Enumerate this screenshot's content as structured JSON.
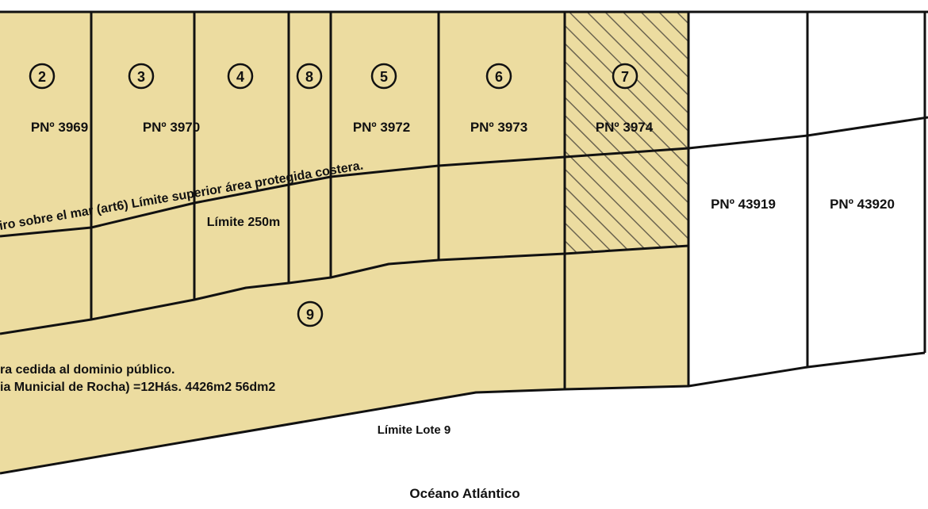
{
  "colors": {
    "parcel_fill": "#ecdca0",
    "hatch": "#6b6450",
    "line": "#111111",
    "background": "#ffffff"
  },
  "lot_numbers": {
    "l2": "2",
    "l3": "3",
    "l4": "4",
    "l8": "8",
    "l5": "5",
    "l6": "6",
    "l7": "7",
    "l9": "9"
  },
  "padrones": {
    "p3969": "PNº 3969",
    "p3970": "PNº 3970",
    "p3972": "PNº 3972",
    "p3973": "PNº 3973",
    "p3974": "PNº 3974",
    "p43919": "PNº 43919",
    "p43920": "PNº 43920"
  },
  "annotations": {
    "setback_line": "iro sobre el mar (art6) Límite superior área protegida costera.",
    "limit_250": "Límite 250m",
    "public_area_line1": "ra cedida al dominio público.",
    "public_area_line2": "ia Municial de Rocha) =12Hás. 4426m2 56dm2",
    "lot9_limit": "Límite Lote 9",
    "ocean": "Océano Atlántico"
  }
}
